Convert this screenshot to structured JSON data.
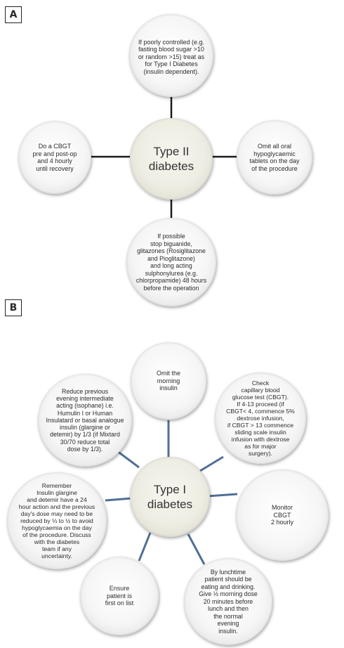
{
  "panel_a": {
    "label": "A",
    "center": "Type II\ndiabetes",
    "top": "If poorly controlled (e.g.\nfasting blood sugar >10\nor random >15) treat as\nfor Type I Diabetes\n(insulin dependent).",
    "left": "Do a CBGT\npre and post-op\nand 4 hourly\nuntil recovery",
    "right": "Omit all oral\nhypoglycaemic\ntablets on the day\nof the procedure",
    "bottom": "If possible\nstop biguanide,\nglitazones (Rosiglitazone\nand Pioglitazone)\nand long acting\nsulphonylurea (e.g.\nchlorpropamide) 48 hours\nbefore the operation"
  },
  "panel_b": {
    "label": "B",
    "center": "Type I\ndiabetes",
    "top": "Omit the\nmorning\ninsulin",
    "top_left": "Reduce previous\nevening intermediate\nacting (isophane) i.e.\nHumulin I or Human\nInsulatard or basal analogue\ninsulin (glargine or\ndetemir) by 1/3 (if Mixtard\n30/70 reduce total\ndose by 1/3).",
    "top_right": "Check\ncapillary blood\nglucose test (CBGT).\nIf 4-13 proceed (if\nCBGT< 4, commence 5%\ndextrose infusion,\nif CBGT > 13 commence\nsliding scale insulin\ninfusion with dextrose\nas for major\nsurgery).",
    "left": "Remember\nInsulin glargine\nand detemir have a 24\nhour action and the previous\nday's dose may need to be\nreduced by ⅓ to ½ to avoid\nhypoglycaemia on the day\nof the procedure. Discuss\nwith the diabetes\nteam if any\nuncertainty.",
    "right": "Monitor\nCBGT\n2 hourly",
    "bottom_left": "Ensure\npatient is\nfirst on list",
    "bottom_right": "By lunchtime\npatient should be\neating and drinking.\nGive ½ morning dose\n20 minutes before\nlunch and then\nthe normal\nevening\ninsulin."
  },
  "colors": {
    "line_a": "#1a1a1a",
    "line_b": "#4f6f96",
    "center_fill": "#eeede3",
    "bubble_fill": "#f6f6f6"
  }
}
